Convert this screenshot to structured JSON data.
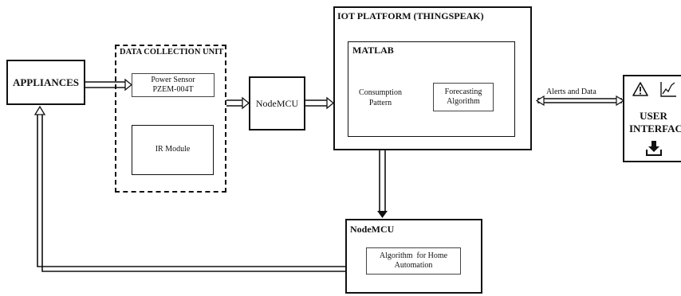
{
  "diagram": {
    "appliances": "APPLIANCES",
    "data_collection_unit": {
      "title": "DATA COLLECTION UNIT",
      "power_sensor_line1": "Power Sensor",
      "power_sensor_line2": "PZEM-004T",
      "ir_module": "IR Module"
    },
    "nodemcu_top": "NodeMCU",
    "iot_platform": {
      "title": "IOT PLATFORM (THINGSPEAK)",
      "matlab": "MATLAB",
      "consumption_line1": "Consumption",
      "consumption_line2": "Pattern",
      "forecasting_line1": "Forecasting",
      "forecasting_line2": "Algorithm"
    },
    "alerts_and_data": "Alerts and Data",
    "user_interface": {
      "line1": "USER",
      "line2": "INTERFACE"
    },
    "nodemcu_bottom": {
      "title": "NodeMCU",
      "algo_line1": "Algorithm  for Home",
      "algo_line2": "Automation"
    }
  },
  "icons": [
    "warning-icon",
    "trend-chart-icon",
    "download-icon"
  ]
}
